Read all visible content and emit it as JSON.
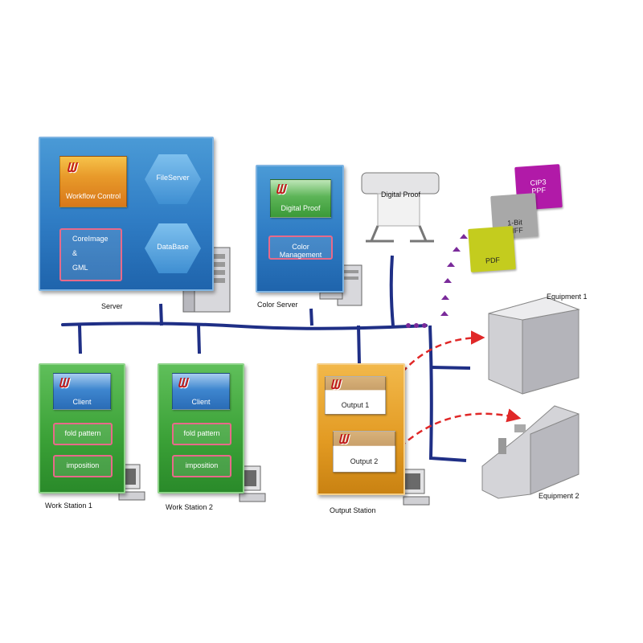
{
  "diagram": {
    "server": {
      "label": "Server",
      "workflow_control": "Workflow Control",
      "fileserver": "FileServer",
      "database": "DataBase",
      "coreimage": "CoreImage",
      "amp": "&",
      "gml": "GML"
    },
    "color_server": {
      "label": "Color Server",
      "digital_proof": "Digital Proof",
      "color_management": "Color Management"
    },
    "digital_proof_printer": {
      "label": "Digital Proof"
    },
    "formats": {
      "cip3_line1": "CIP3",
      "cip3_line2": "PPF",
      "tiff_line1": "1-Bit",
      "tiff_line2": "TIFF",
      "pdf": "PDF"
    },
    "equipment_1": {
      "label": "Equipment 1"
    },
    "equipment_2": {
      "label": "Equipment 2"
    },
    "workstation_1": {
      "label": "Work Station 1",
      "client": "Client",
      "fold_pattern": "fold pattern",
      "imposition": "imposition"
    },
    "workstation_2": {
      "label": "Work Station 2",
      "client": "Client",
      "fold_pattern": "fold pattern",
      "imposition": "imposition"
    },
    "output_station": {
      "label": "Output Station",
      "output_1": "Output 1",
      "output_2": "Output 2"
    },
    "colors": {
      "network": "#1f2f86",
      "arrow": "#e02828",
      "flow": "#7a2a9a",
      "cip3": "#b11aa8",
      "tiff": "#a8a8a8",
      "pdf": "#c4cc1e"
    }
  }
}
